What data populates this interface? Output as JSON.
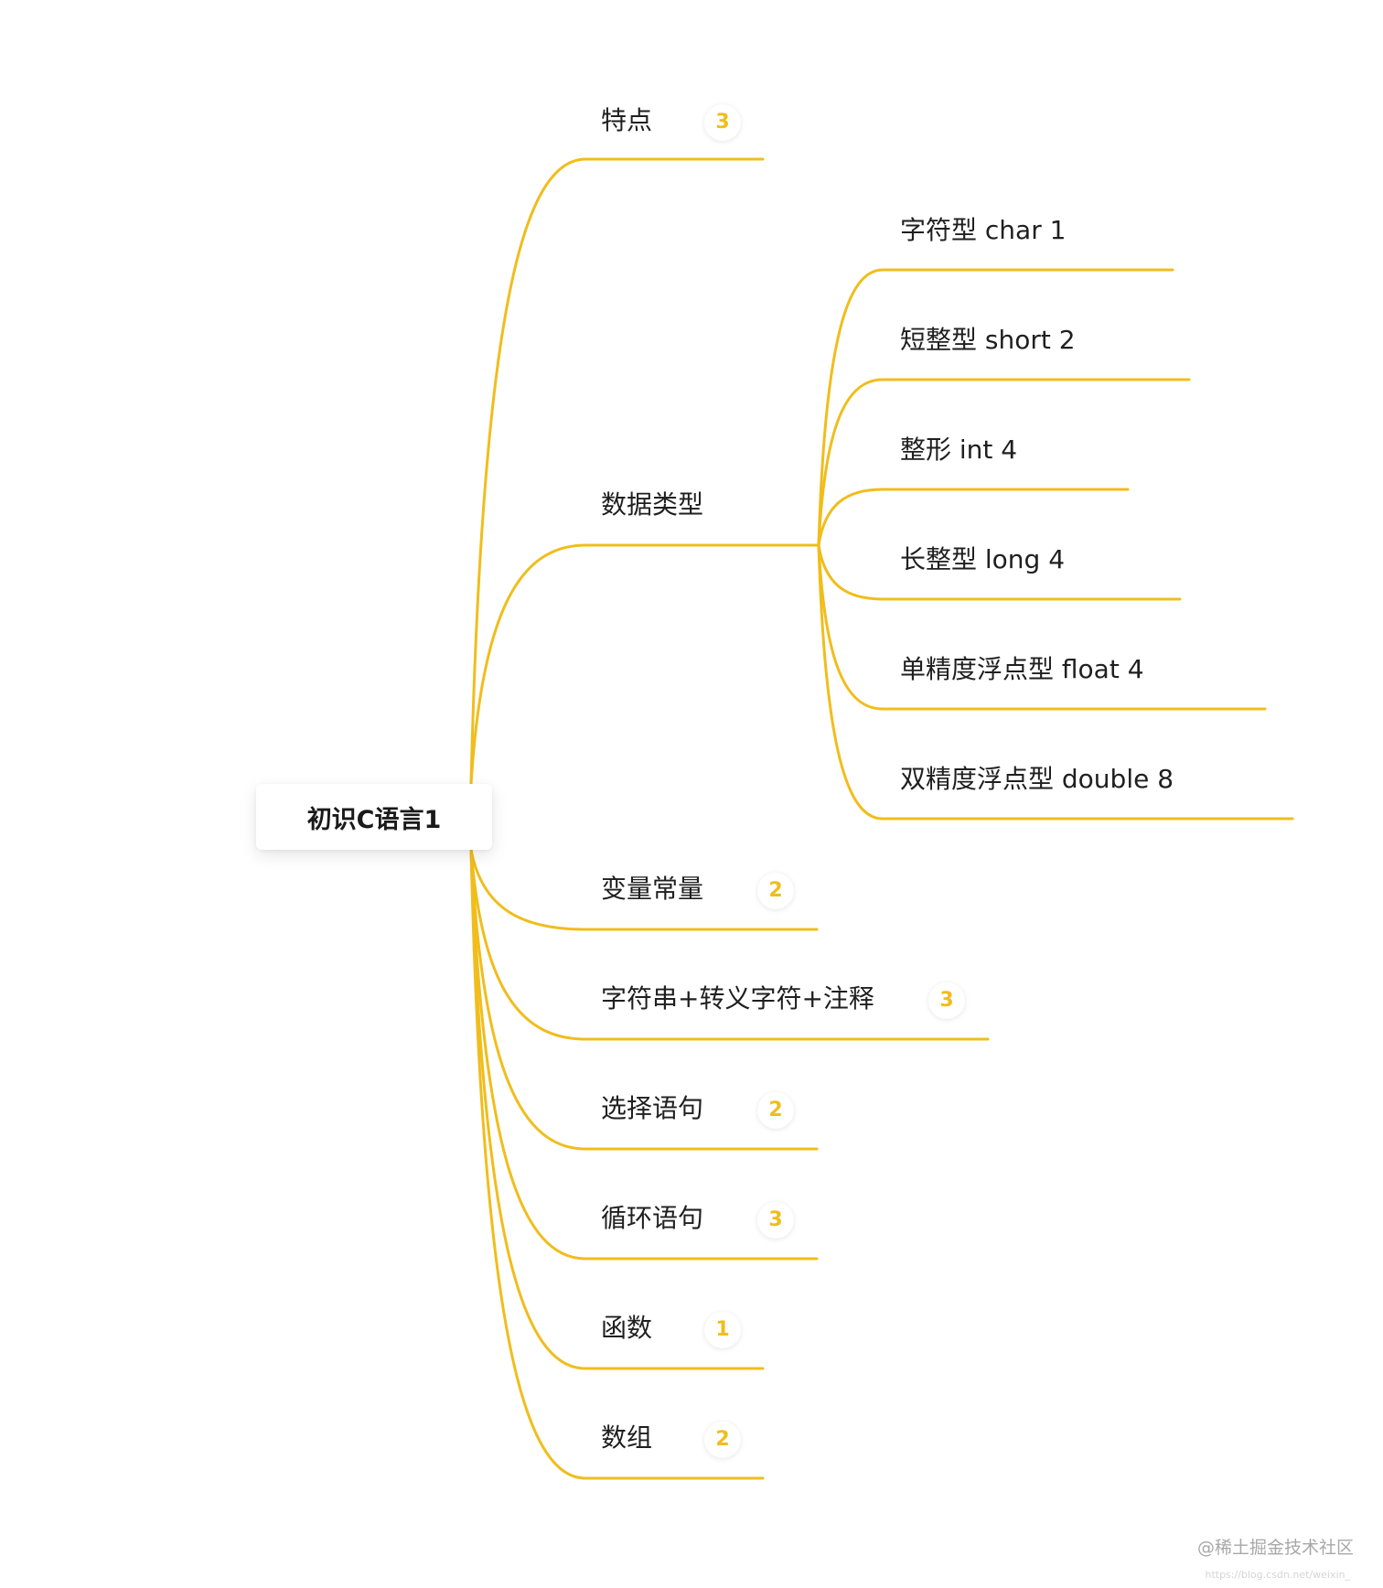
{
  "colors": {
    "branch": "#f0bd1c",
    "badge_text": "#f0bd1c",
    "text": "#1f1f1f",
    "watermark": "#a8a8a8"
  },
  "root": {
    "label": "初识C语言1"
  },
  "branches": [
    {
      "label": "特点",
      "badge": "3"
    },
    {
      "label": "数据类型",
      "children": [
        {
          "label": "字符型 char 1"
        },
        {
          "label": "短整型 short 2"
        },
        {
          "label": "整形 int 4"
        },
        {
          "label": "长整型 long 4"
        },
        {
          "label": "单精度浮点型 float 4"
        },
        {
          "label": "双精度浮点型 double 8"
        }
      ]
    },
    {
      "label": "变量常量",
      "badge": "2"
    },
    {
      "label": "字符串+转义字符+注释",
      "badge": "3"
    },
    {
      "label": "选择语句",
      "badge": "2"
    },
    {
      "label": "循环语句",
      "badge": "3"
    },
    {
      "label": "函数",
      "badge": "1"
    },
    {
      "label": "数组",
      "badge": "2"
    }
  ],
  "watermark": {
    "text": "@稀土掘金技术社区",
    "url": "https://blog.csdn.net/weixin_"
  }
}
